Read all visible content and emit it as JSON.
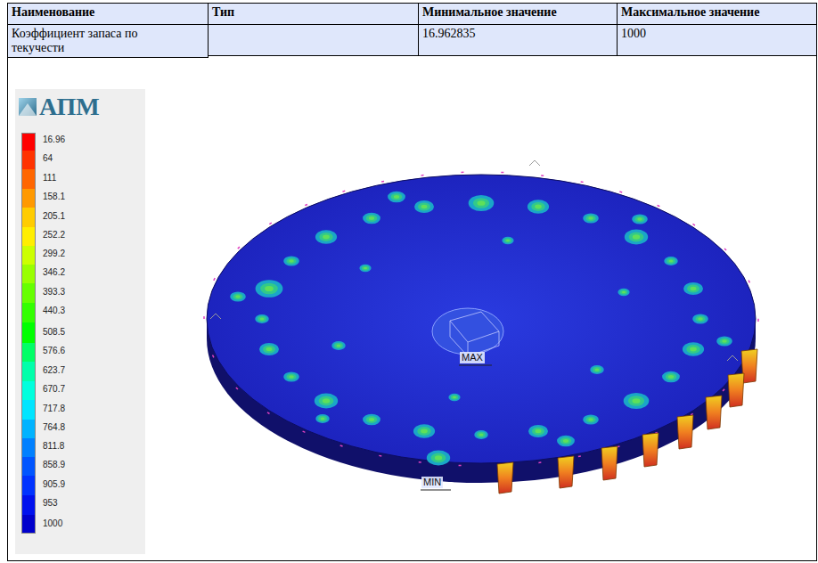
{
  "diagram": {
    "labels": [
      "Наименование",
      "Тип",
      "Минимальное значение",
      "Максимальное значение",
      "Коэффициент запаса по текучести",
      "16.962835",
      "1000",
      "АПМ",
      "MAX",
      "MIN"
    ],
    "legend": [
      {
        "text": "16.96",
        "color": "#ff0000"
      },
      {
        "text": "64",
        "color": "#ff3300"
      },
      {
        "text": "111",
        "color": "#ff6600"
      },
      {
        "text": "158.1",
        "color": "#ff9900"
      },
      {
        "text": "205.1",
        "color": "#ffcc00"
      },
      {
        "text": "252.2",
        "color": "#ffee00"
      },
      {
        "text": "299.2",
        "color": "#ccff00"
      },
      {
        "text": "346.2",
        "color": "#99ff00"
      },
      {
        "text": "393.3",
        "color": "#66ff00"
      },
      {
        "text": "440.3",
        "color": "#33ff00"
      },
      {
        "text": "508.5",
        "color": "#00ff00"
      },
      {
        "text": "576.6",
        "color": "#00ff66"
      },
      {
        "text": "623.7",
        "color": "#00ffaa"
      },
      {
        "text": "670.7",
        "color": "#00ffdd"
      },
      {
        "text": "717.8",
        "color": "#00e5ff"
      },
      {
        "text": "764.8",
        "color": "#00b3ff"
      },
      {
        "text": "811.8",
        "color": "#0080ff"
      },
      {
        "text": "858.9",
        "color": "#0055ff"
      },
      {
        "text": "905.9",
        "color": "#0033ff"
      },
      {
        "text": "953",
        "color": "#0011ee"
      },
      {
        "text": "1000",
        "color": "#0000cc"
      }
    ]
  }
}
